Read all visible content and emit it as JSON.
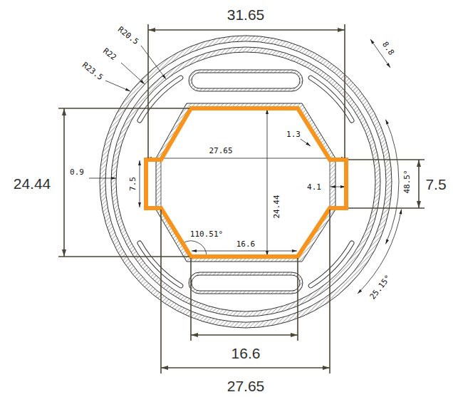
{
  "diagram": {
    "labels": [
      "31.65",
      "R20.5",
      "R22",
      "R23.5",
      "8.8",
      "1.3",
      "27.65",
      "0.9",
      "7.5",
      "24.44",
      "24.44",
      "4.1",
      "7.5",
      "48.5°",
      "110.51°",
      "16.6",
      "25.15°",
      "16.6",
      "27.65"
    ]
  }
}
